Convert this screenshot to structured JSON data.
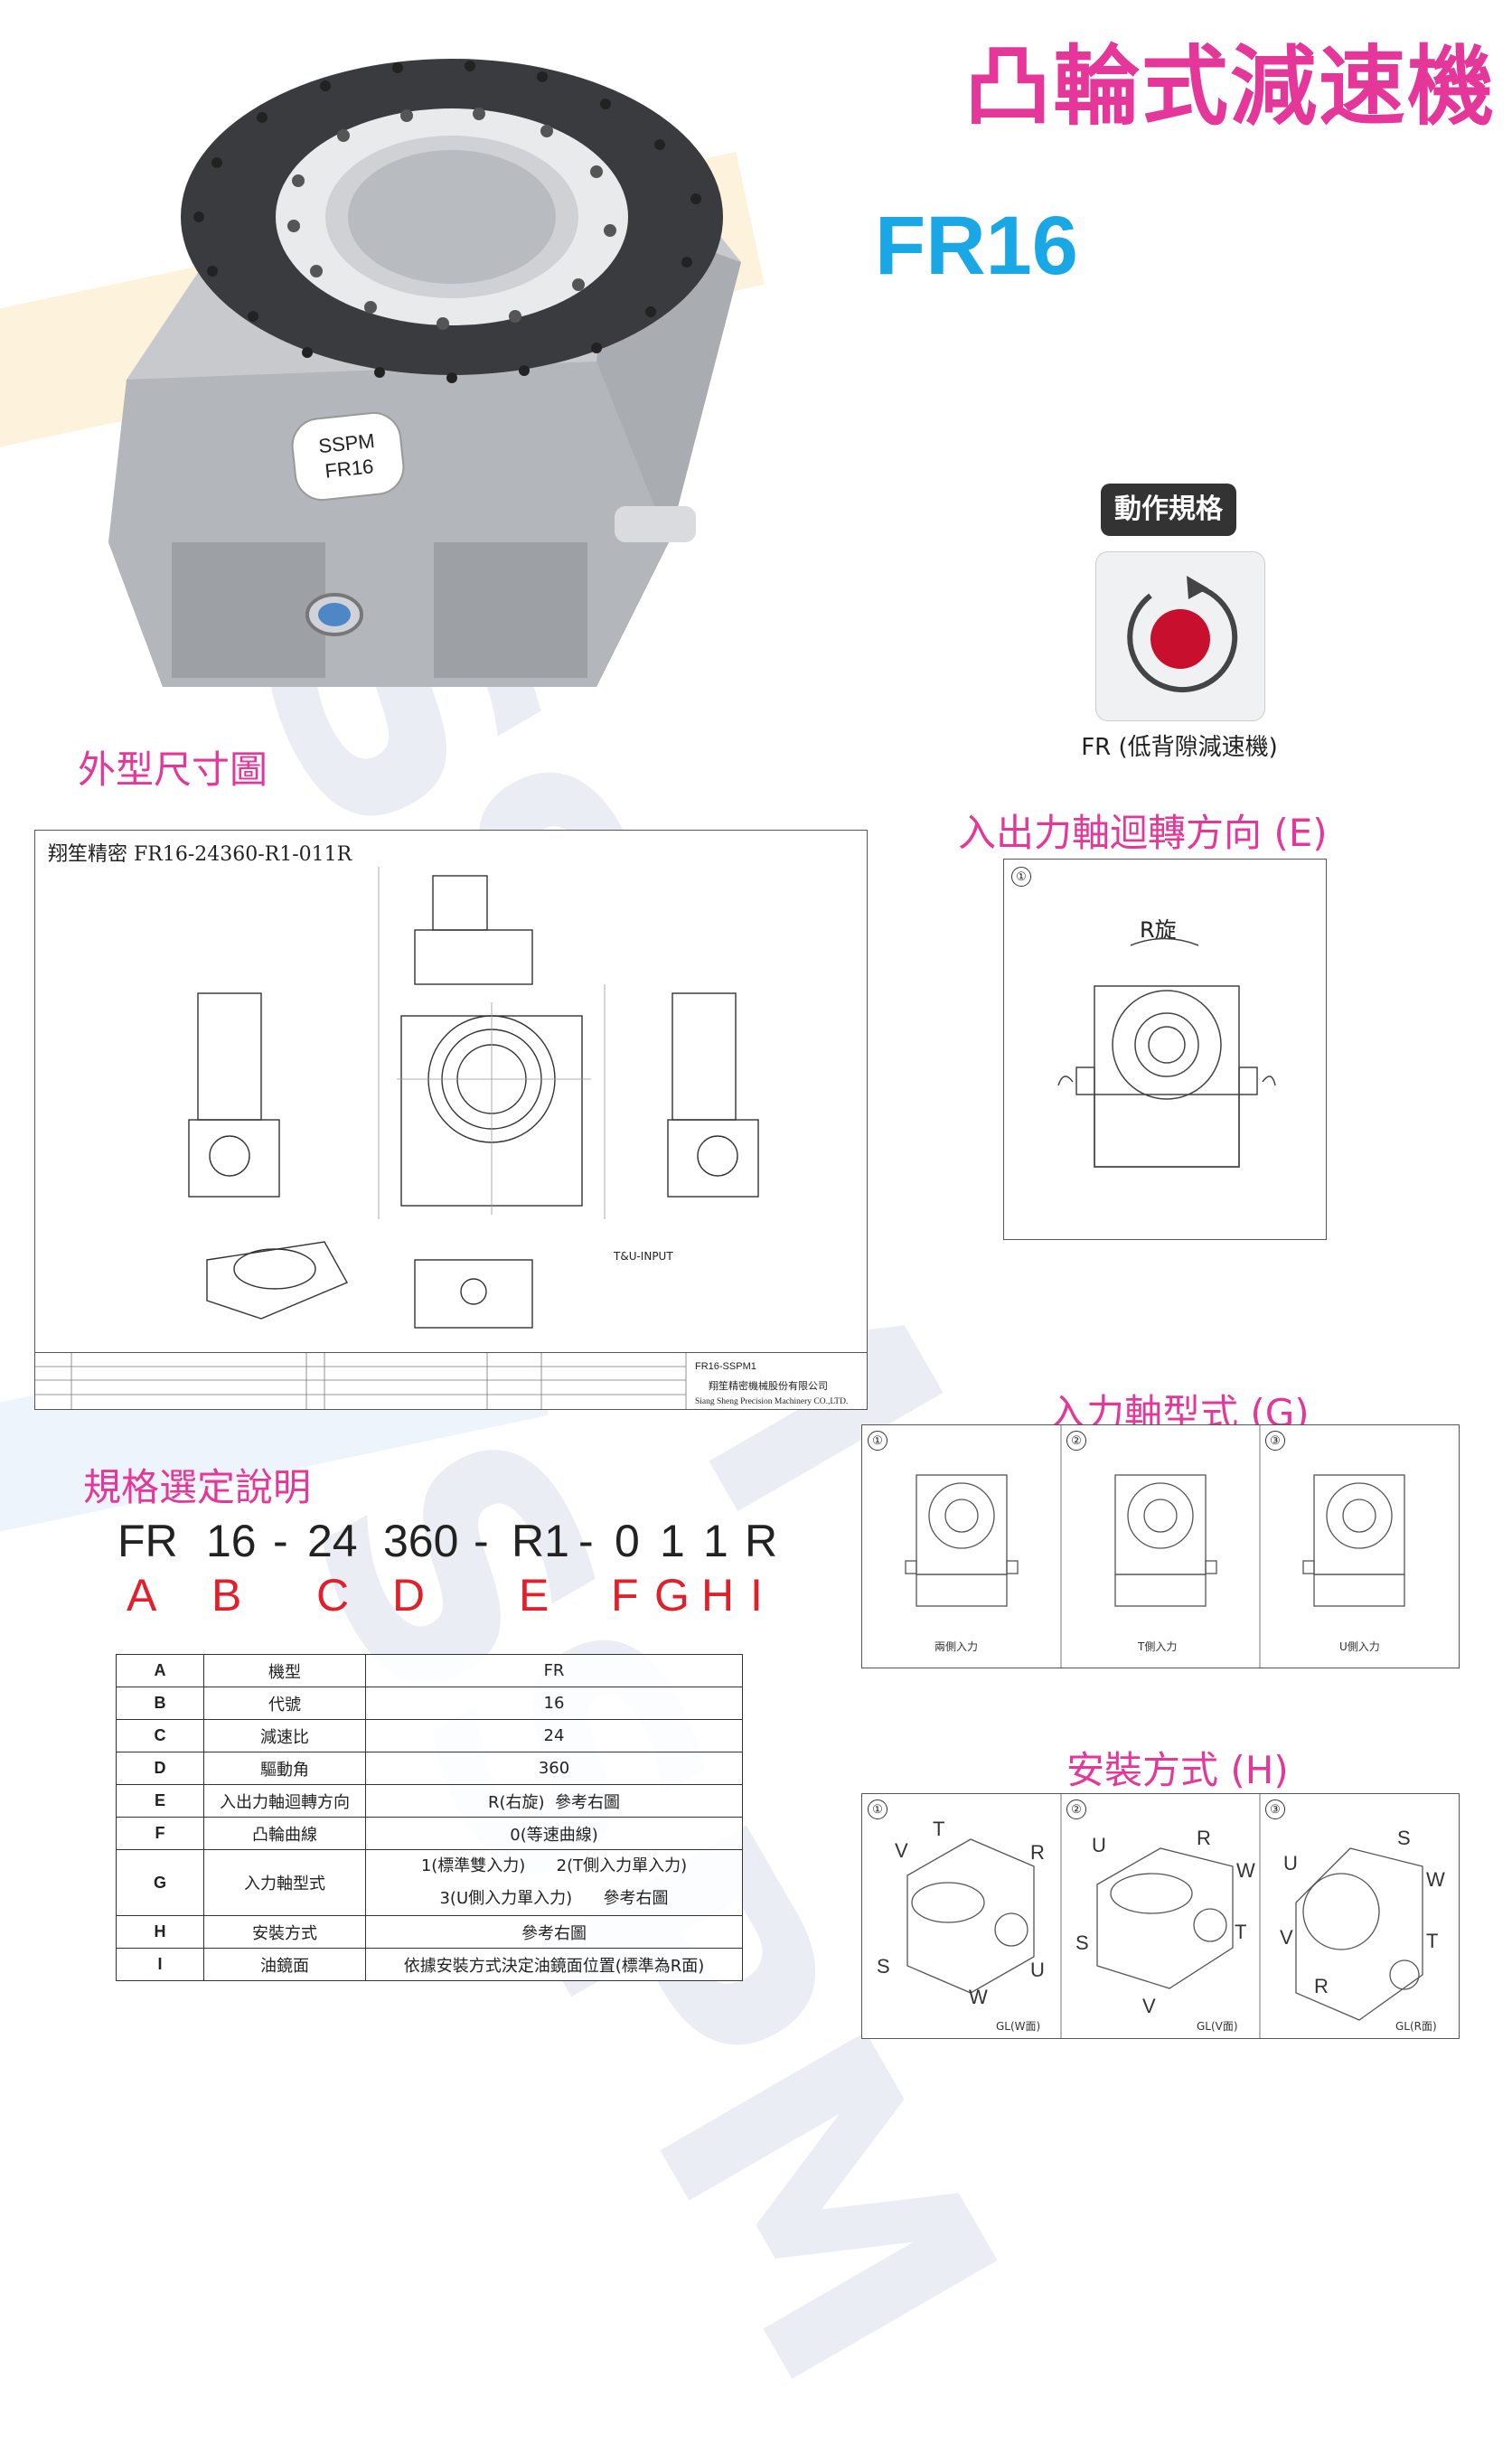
{
  "title": "凸輪式減速機",
  "model": "FR16",
  "watermark": "SSPM",
  "product_label": [
    "SSPM",
    "FR16"
  ],
  "motion_spec": {
    "badge": "動作規格",
    "caption": "FR (低背隙減速機)",
    "indicator_color": "#c8102e"
  },
  "sections": {
    "outline": "外型尺寸圖",
    "rotation": "入出力軸迴轉方向 (E)",
    "input_type": "入力軸型式 (G)",
    "mounting": "安裝方式 (H)",
    "spec_select": "規格選定說明"
  },
  "drawing": {
    "title": "翔笙精密 FR16-24360-R1-011R",
    "company_cn": "翔笙精密機械股份有限公司",
    "company_en": "Siang Sheng Precision Machinery CO.,LTD.",
    "part_no": "FR16-SSPM1",
    "input_label": "T&U-INPUT"
  },
  "rotation_panel": {
    "num": "①",
    "label": "R旋"
  },
  "input_panels": [
    {
      "num": "①",
      "caption": "兩側入力"
    },
    {
      "num": "②",
      "caption": "T側入力"
    },
    {
      "num": "③",
      "caption": "U側入力"
    }
  ],
  "mount_panels": [
    {
      "num": "①",
      "caption": "GL(W面)",
      "letters": [
        "T",
        "V",
        "R",
        "S",
        "U",
        "W"
      ]
    },
    {
      "num": "②",
      "caption": "GL(V面)",
      "letters": [
        "U",
        "R",
        "W",
        "S",
        "T",
        "V"
      ]
    },
    {
      "num": "③",
      "caption": "GL(R面)",
      "letters": [
        "S",
        "U",
        "W",
        "V",
        "T",
        "R"
      ]
    }
  ],
  "spec_code": {
    "parts": [
      "FR",
      "16",
      "-",
      "24",
      "360",
      "-",
      "R1",
      "-",
      "0",
      "1",
      "1",
      "R"
    ],
    "letters": [
      "A",
      "B",
      "C",
      "D",
      "E",
      "F",
      "G",
      "H",
      "I"
    ]
  },
  "spec_table": [
    {
      "key": "A",
      "name": "機型",
      "value": "FR"
    },
    {
      "key": "B",
      "name": "代號",
      "value": "16"
    },
    {
      "key": "C",
      "name": "減速比",
      "value": "24"
    },
    {
      "key": "D",
      "name": "驅動角",
      "value": "360"
    },
    {
      "key": "E",
      "name": "入出力軸迴轉方向",
      "value": "R(右旋)  參考右圖"
    },
    {
      "key": "F",
      "name": "凸輪曲線",
      "value": "0(等速曲線)"
    },
    {
      "key": "G",
      "name": "入力軸型式",
      "value": "1(標準雙入力)      2(T側入力單入力)",
      "value2": "3(U側入力單入力)      參考右圖"
    },
    {
      "key": "H",
      "name": "安裝方式",
      "value": "參考右圖"
    },
    {
      "key": "I",
      "name": "油鏡面",
      "value": "依據安裝方式決定油鏡面位置(標準為R面)"
    }
  ]
}
